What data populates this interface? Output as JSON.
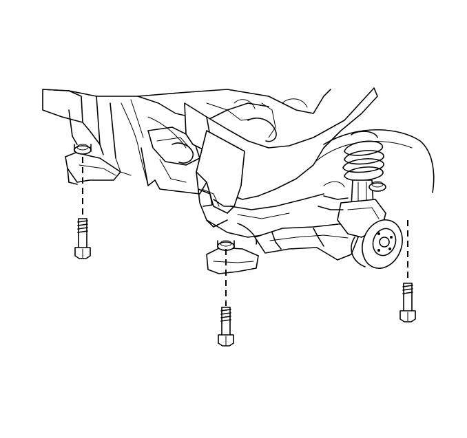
{
  "diagram": {
    "subject": "front-suspension-crossmember",
    "icons": [
      "coil-spring-icon",
      "brake-rotor-icon",
      "bolt-icon"
    ],
    "bolts": [
      {
        "name": "rear-left-mount-bolt"
      },
      {
        "name": "front-center-mount-bolt"
      },
      {
        "name": "right-strut-bolt"
      }
    ]
  }
}
